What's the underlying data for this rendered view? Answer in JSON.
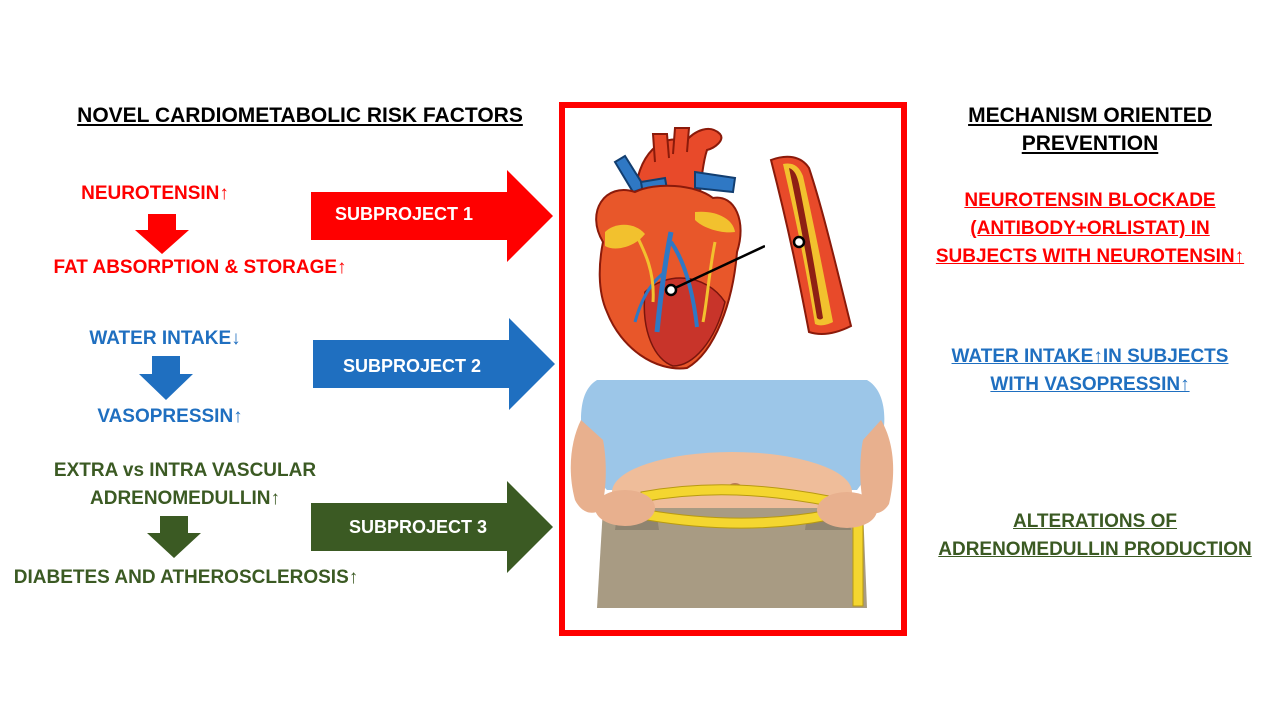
{
  "left_heading": "NOVEL CARDIOMETABOLIC RISK FACTORS",
  "right_heading_line1": "MECHANISM ORIENTED",
  "right_heading_line2": "PREVENTION",
  "colors": {
    "red": "#ff0000",
    "blue": "#1f6fc0",
    "green": "#3b5a23"
  },
  "subprojects": [
    {
      "risk_top": "NEUROTENSIN↑",
      "risk_bottom": "FAT ABSORPTION & STORAGE↑",
      "arrow_label": "SUBPROJECT 1",
      "prevention": [
        "NEUROTENSIN BLOCKADE",
        "(ANTIBODY+ORLISTAT) IN",
        "SUBJECTS WITH NEUROTENSIN↑"
      ]
    },
    {
      "risk_top": "WATER INTAKE↓",
      "risk_bottom": "VASOPRESSIN↑",
      "arrow_label": "SUBPROJECT 2",
      "prevention": [
        "WATER INTAKE↑IN SUBJECTS",
        "WITH VASOPRESSIN↑"
      ]
    },
    {
      "risk_top_line1": "EXTRA vs INTRA VASCULAR",
      "risk_top_line2": "ADRENOMEDULLIN↑",
      "risk_bottom": "DIABETES AND ATHEROSCLEROSIS↑",
      "arrow_label": "SUBPROJECT 3",
      "prevention": [
        "ALTERATIONS OF",
        "ADRENOMEDULLIN PRODUCTION"
      ]
    }
  ]
}
